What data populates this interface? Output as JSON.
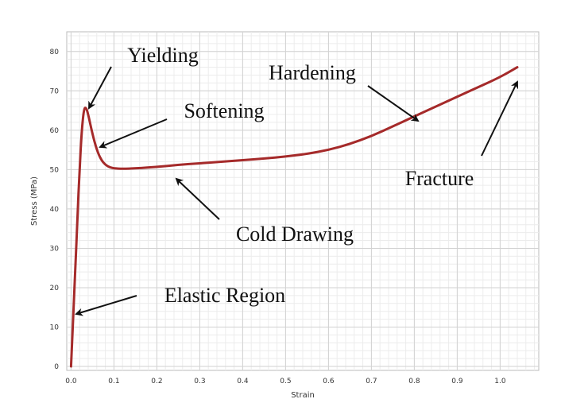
{
  "chart_data": {
    "type": "line",
    "title": "",
    "xlabel": "Strain",
    "ylabel": "Stress (MPa)",
    "xlim": [
      -0.01,
      1.09
    ],
    "ylim": [
      -1,
      85
    ],
    "grid": true,
    "xticks": [
      0.0,
      0.1,
      0.2,
      0.3,
      0.4,
      0.5,
      0.6,
      0.7,
      0.8,
      0.9,
      1.0
    ],
    "xtick_labels": [
      "0.0",
      "0.1",
      "0.2",
      "0.3",
      "0.4",
      "0.5",
      "0.6",
      "0.7",
      "0.8",
      "0.9",
      "1.0"
    ],
    "yticks": [
      0,
      10,
      20,
      30,
      40,
      50,
      60,
      70,
      80
    ],
    "ytick_labels": [
      "0",
      "10",
      "20",
      "30",
      "40",
      "50",
      "60",
      "70",
      "80"
    ],
    "line_color": "#a52a2a",
    "series": [
      {
        "x": [
          0.0,
          0.005,
          0.01,
          0.015,
          0.02,
          0.025,
          0.03,
          0.035,
          0.04,
          0.05,
          0.06,
          0.07,
          0.08,
          0.09,
          0.1,
          0.12,
          0.15,
          0.2,
          0.25,
          0.3,
          0.35,
          0.4,
          0.45,
          0.5,
          0.55,
          0.6,
          0.65,
          0.7,
          0.75,
          0.8,
          0.85,
          0.9,
          0.95,
          1.0,
          1.04
        ],
        "y": [
          0,
          12,
          25,
          38,
          50,
          60,
          65.5,
          65.8,
          64,
          59,
          55,
          52.5,
          51.2,
          50.6,
          50.3,
          50.2,
          50.3,
          50.7,
          51.2,
          51.6,
          52.0,
          52.4,
          52.8,
          53.3,
          54.0,
          55.0,
          56.5,
          58.5,
          61.0,
          63.5,
          66.0,
          68.5,
          71.0,
          73.5,
          76
        ]
      }
    ],
    "annotations": [
      {
        "text": "Yielding",
        "point": [
          0.035,
          66
        ],
        "label_at": [
          0.13,
          81
        ]
      },
      {
        "text": "Softening",
        "point": [
          0.06,
          56
        ],
        "label_at": [
          0.24,
          67
        ]
      },
      {
        "text": "Hardening",
        "point": [
          0.8,
          64
        ],
        "label_at": [
          0.44,
          76
        ]
      },
      {
        "text": "Fracture",
        "point": [
          1.04,
          76
        ],
        "label_at": [
          0.85,
          47
        ]
      },
      {
        "text": "Cold Drawing",
        "point": [
          0.24,
          50
        ],
        "label_at": [
          0.39,
          35
        ]
      },
      {
        "text": "Elastic Region",
        "point": [
          0.005,
          14
        ],
        "label_at": [
          0.19,
          18
        ]
      }
    ]
  }
}
